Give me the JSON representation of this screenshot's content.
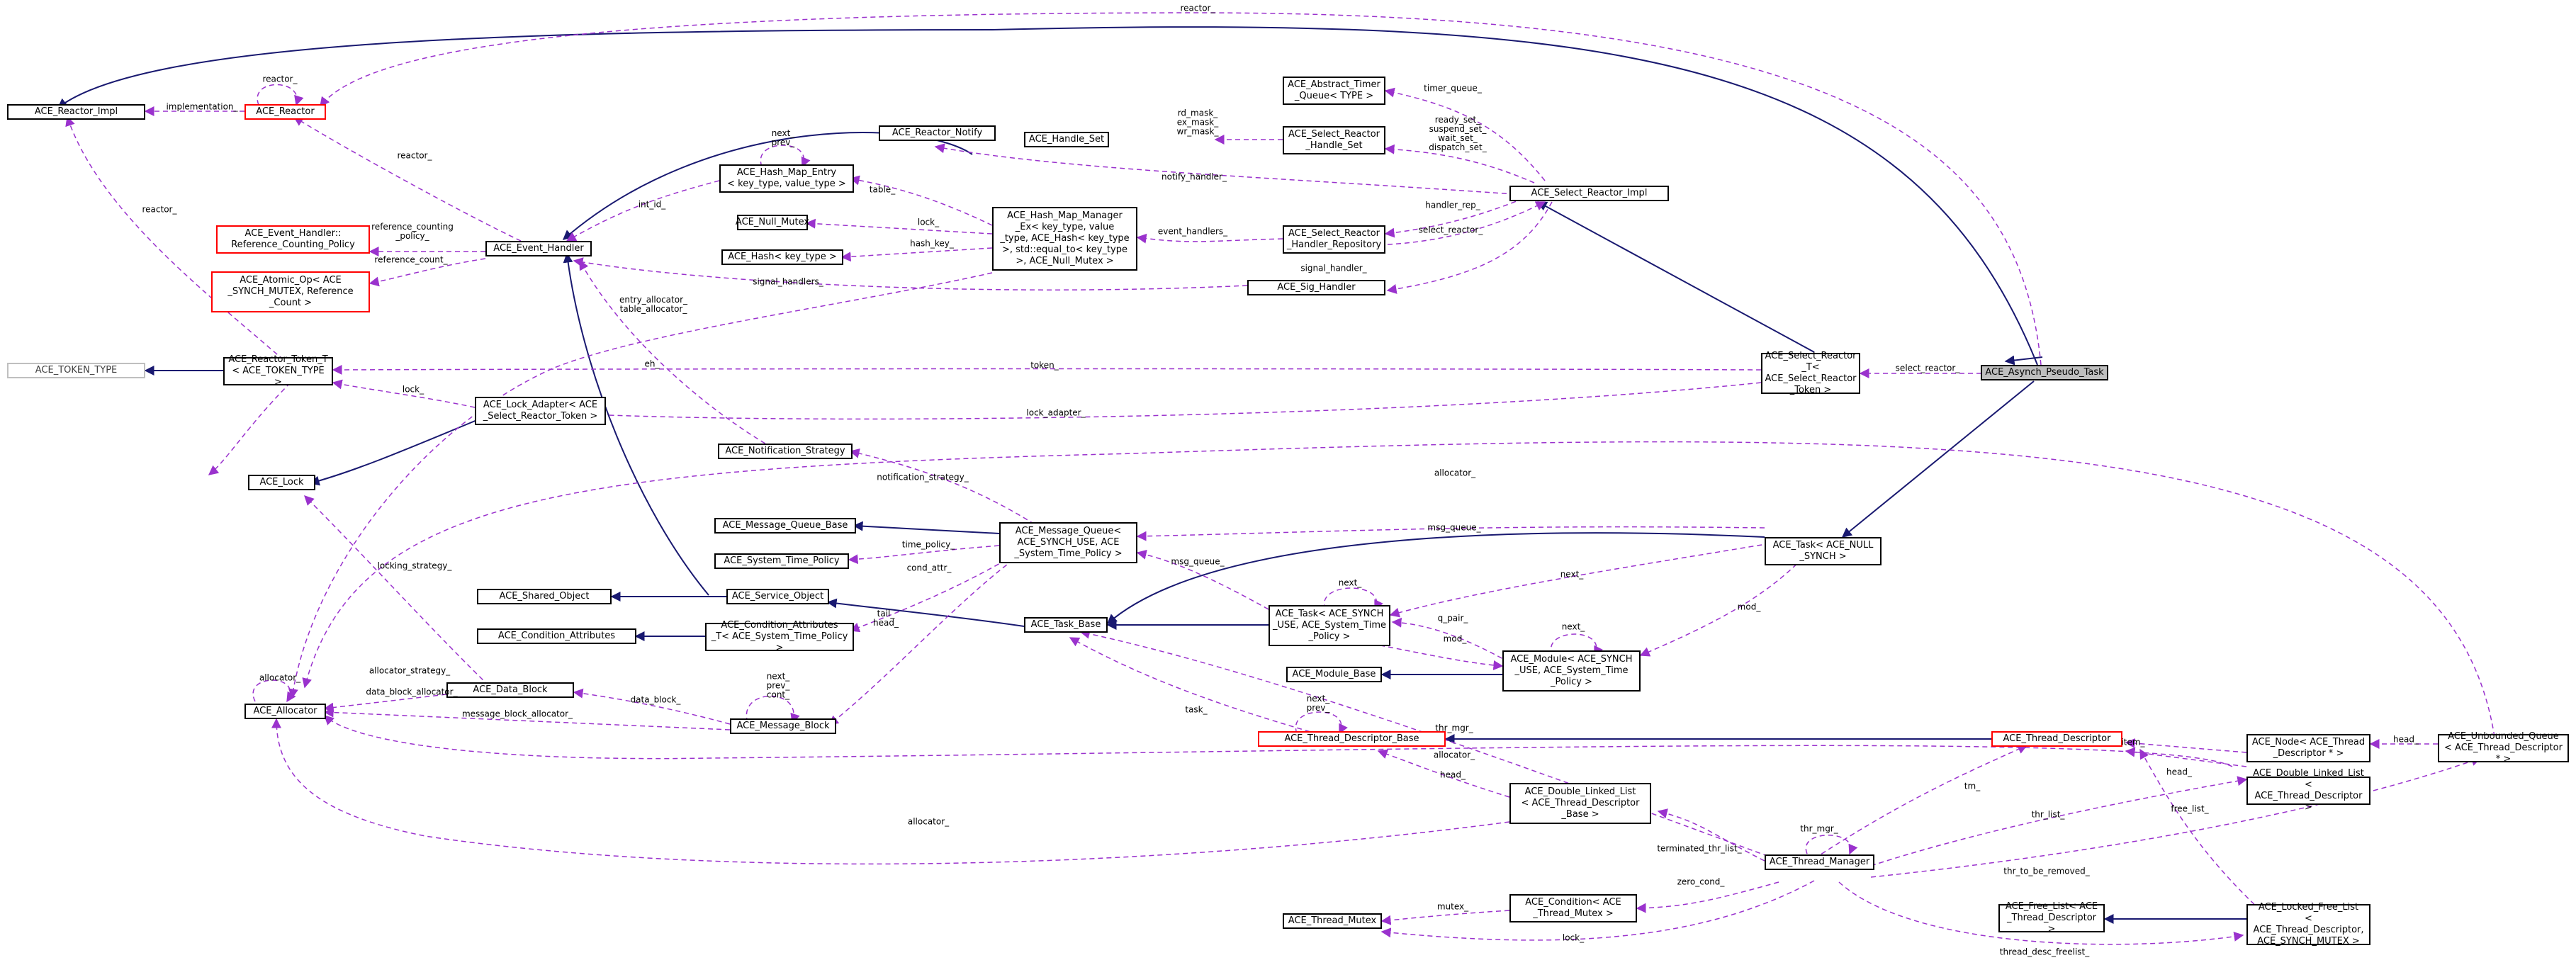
{
  "colors": {
    "inheritance": "#191970",
    "usage": "#9a32cd",
    "node_border": "#000000",
    "node_red": "#ff0000",
    "node_grey": "#bfbfbf",
    "focus_fill": "#bfbfbf"
  },
  "nodes": {
    "reactor_impl": "ACE_Reactor_Impl",
    "reactor": "ACE_Reactor",
    "token_type": "ACE_TOKEN_TYPE",
    "reactor_token": "ACE_Reactor_Token_T\n< ACE_TOKEN_TYPE >",
    "lock": "ACE_Lock",
    "allocator": "ACE_Allocator",
    "refcount_policy": "ACE_Event_Handler::\nReference_Counting_Policy",
    "atomic_op": "ACE_Atomic_Op< ACE\n_SYNCH_MUTEX, Reference\n_Count >",
    "event_handler": "ACE_Event_Handler",
    "lock_adapter": "ACE_Lock_Adapter< ACE\n_Select_Reactor_Token >",
    "data_block": "ACE_Data_Block",
    "hash_map_entry": "ACE_Hash_Map_Entry\n< key_type, value_type >",
    "null_mutex": "ACE_Null_Mutex",
    "hash": "ACE_Hash< key_type >",
    "notification_strategy": "ACE_Notification_Strategy",
    "message_queue_base": "ACE_Message_Queue_Base",
    "system_time_policy": "ACE_System_Time_Policy",
    "shared_object": "ACE_Shared_Object",
    "service_object": "ACE_Service_Object",
    "condition_attributes": "ACE_Condition_Attributes",
    "condition_attributes_t": "ACE_Condition_Attributes\n_T< ACE_System_Time_Policy >",
    "message_block": "ACE_Message_Block",
    "reactor_notify": "ACE_Reactor_Notify",
    "hash_map_manager": "ACE_Hash_Map_Manager\n_Ex< key_type, value\n_type, ACE_Hash< key_type\n>, std::equal_to< key_type\n>, ACE_Null_Mutex >",
    "message_queue": "ACE_Message_Queue<\nACE_SYNCH_USE, ACE\n_System_Time_Policy >",
    "task_base": "ACE_Task_Base",
    "abstract_timer_queue": "ACE_Abstract_Timer\n_Queue< TYPE >",
    "handle_set": "ACE_Handle_Set",
    "select_reactor_handle_set": "ACE_Select_Reactor\n_Handle_Set",
    "handler_repository": "ACE_Select_Reactor\n_Handler_Repository",
    "sig_handler": "ACE_Sig_Handler",
    "task_synch": "ACE_Task< ACE_SYNCH\n_USE, ACE_System_Time\n_Policy >",
    "module_base": "ACE_Module_Base",
    "module": "ACE_Module< ACE_SYNCH\n_USE, ACE_System_Time\n_Policy >",
    "thread_descriptor_base": "ACE_Thread_Descriptor_Base",
    "double_linked_list_base": "ACE_Double_Linked_List\n< ACE_Thread_Descriptor\n_Base >",
    "condition_mutex": "ACE_Condition< ACE\n_Thread_Mutex >",
    "thread_mutex": "ACE_Thread_Mutex",
    "select_reactor_impl": "ACE_Select_Reactor_Impl",
    "select_reactor_t": "ACE_Select_Reactor\n_T< ACE_Select_Reactor\n_Token >",
    "task_null": "ACE_Task< ACE_NULL\n_SYNCH >",
    "thread_manager": "ACE_Thread_Manager",
    "thread_descriptor": "ACE_Thread_Descriptor",
    "free_list": "ACE_Free_List< ACE\n_Thread_Descriptor >",
    "node_td": "ACE_Node< ACE_Thread\n_Descriptor * >",
    "double_linked_list_td": "ACE_Double_Linked_List\n< ACE_Thread_Descriptor >",
    "locked_free_list": "ACE_Locked_Free_List\n< ACE_Thread_Descriptor,\nACE_SYNCH_MUTEX >",
    "unbounded_queue": "ACE_Unbounded_Queue\n< ACE_Thread_Descriptor * >",
    "asynch_pseudo_task": "ACE_Asynch_Pseudo_Task"
  },
  "edge_labels": {
    "reactor_top": "reactor_",
    "implementation": "implementation_",
    "reactor_self": "reactor_",
    "reactor_left": "reactor_",
    "reactor_eh": "reactor_",
    "int_id": "int_id_",
    "next_prev_hme": "next_\nprev_",
    "refcount_policy": "reference_counting\n_policy_",
    "reference_count": "reference_count_",
    "table": "table_",
    "lock_nm": "lock_",
    "hash_key": "hash_key_",
    "signal_handlers": "signal_handlers_",
    "entry_allocator": "entry_allocator_\ntable_allocator_",
    "eh": "eh_",
    "lock_rt": "lock_",
    "notification_strategy": "notification_strategy_",
    "time_policy": "time_policy_",
    "cond_attr": "cond_attr_",
    "tail_head": "tail_\nhead_",
    "locking_strategy": "locking_strategy_",
    "allocator_self": "allocator_",
    "allocator_strategy": "allocator_strategy_",
    "data_block_allocator": "data_block_allocator_",
    "data_block": "data_block_",
    "message_block_allocator": "message_block_allocator_",
    "next_prev_cont": "next_\nprev_\ncont_",
    "notify_handler": "notify_handler_",
    "rd_mask": "rd_mask_\nex_mask_\nwr_mask_",
    "timer_queue": "timer_queue_",
    "ready_set": "ready_set_\nsuspend_set_\nwait_set_\ndispatch_set_",
    "event_handlers": "event_handlers_",
    "handler_rep": "handler_rep_",
    "select_reactor": "select_reactor_",
    "signal_handler": "signal_handler_",
    "token": "token_",
    "lock_adapter": "lock_adapter_",
    "select_reactor_apt": "select_reactor_",
    "allocator_uq": "allocator_",
    "msg_queue_tn": "msg_queue_",
    "msg_queue_ts": "msg_queue_",
    "next_tn": "next_",
    "next_ts": "next_",
    "mod_tn": "mod_",
    "q_pair": "q_pair_",
    "mod_ts": "mod_",
    "next_mod": "next_",
    "thr_mgr_tb": "thr_mgr_",
    "task": "task_",
    "next_prev_tdb": "next_\nprev_",
    "head_dll": "head_",
    "allocator_bottom": "allocator_",
    "allocator_td": "allocator_",
    "tm": "tm_",
    "item": "item_",
    "head_node": "head_",
    "head_dll_td": "head_",
    "thr_list": "thr_list_",
    "free_list": "free_list_",
    "thr_mgr_self": "thr_mgr_",
    "terminated_thr_list": "terminated_thr_list_",
    "zero_cond": "zero_cond_",
    "mutex": "mutex_",
    "lock_tm": "lock_",
    "thr_to_be_removed": "thr_to_be_removed_",
    "thread_desc_freelist": "thread_desc_freelist_"
  }
}
